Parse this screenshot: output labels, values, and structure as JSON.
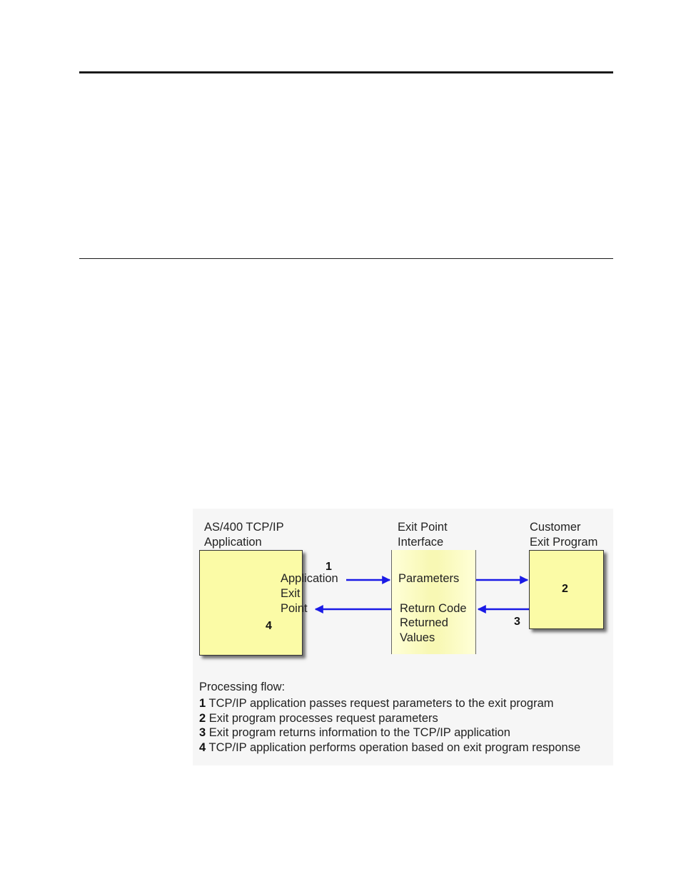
{
  "diagram": {
    "app_label": [
      "AS/400 TCP/IP",
      "Application"
    ],
    "app_exit_point": [
      "Application",
      "Exit",
      "Point"
    ],
    "interface_label": [
      "Exit Point",
      "Interface"
    ],
    "interface_params": "Parameters",
    "interface_returns": [
      "Return Code",
      "Returned",
      "Values"
    ],
    "customer_label": [
      "Customer",
      "Exit Program"
    ],
    "numbers": {
      "step1": "1",
      "step2": "2",
      "step3": "3",
      "step4": "4"
    },
    "arrow_color": "#1a1ae6",
    "box_color": "#fbfba6"
  },
  "flow": {
    "title": "Processing flow:",
    "steps": [
      {
        "num": "1",
        "text": "TCP/IP application passes request parameters to the exit program"
      },
      {
        "num": "2",
        "text": "Exit program processes request parameters"
      },
      {
        "num": "3",
        "text": "Exit program returns information to the TCP/IP application"
      },
      {
        "num": "4",
        "text": "TCP/IP application performs operation based on exit program response"
      }
    ]
  }
}
